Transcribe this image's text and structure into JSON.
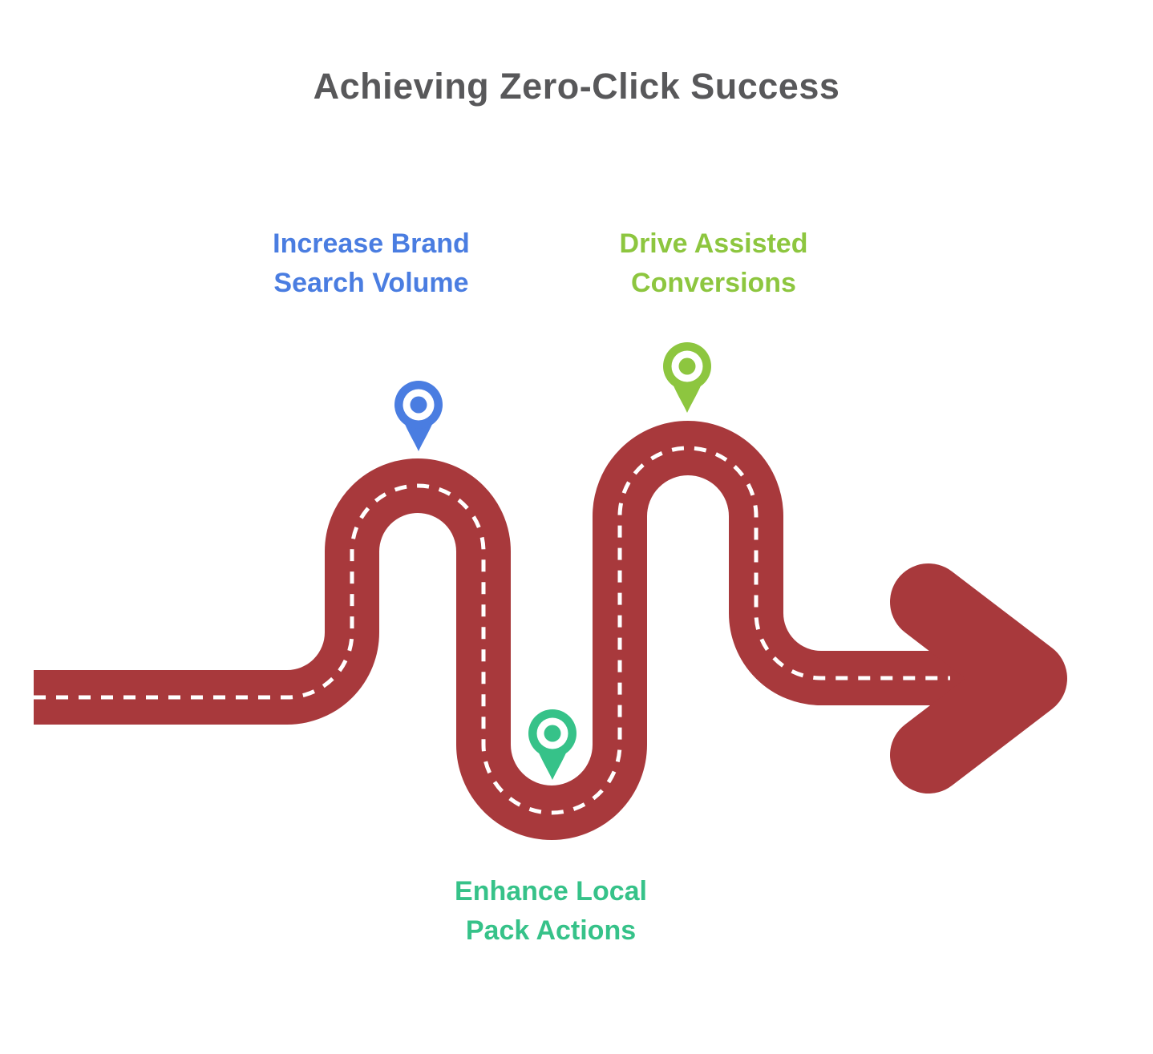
{
  "title": "Achieving Zero-Click Success",
  "colors": {
    "background": "#FFFFFF",
    "road": "#A8393C",
    "road_dash_line": "#FFFFFF",
    "pin_ring": "#FFFFFF",
    "title_text": "#58585A"
  },
  "milestones": [
    {
      "label_lines": [
        "Increase Brand",
        "Search Volume"
      ],
      "color": "#4A7DE1",
      "icon": "map-pin-icon"
    },
    {
      "label_lines": [
        "Drive Assisted",
        "Conversions"
      ],
      "color": "#8DC63F",
      "icon": "map-pin-icon"
    },
    {
      "label_lines": [
        "Enhance Local",
        "Pack Actions"
      ],
      "color": "#36C289",
      "icon": "map-pin-icon"
    }
  ]
}
